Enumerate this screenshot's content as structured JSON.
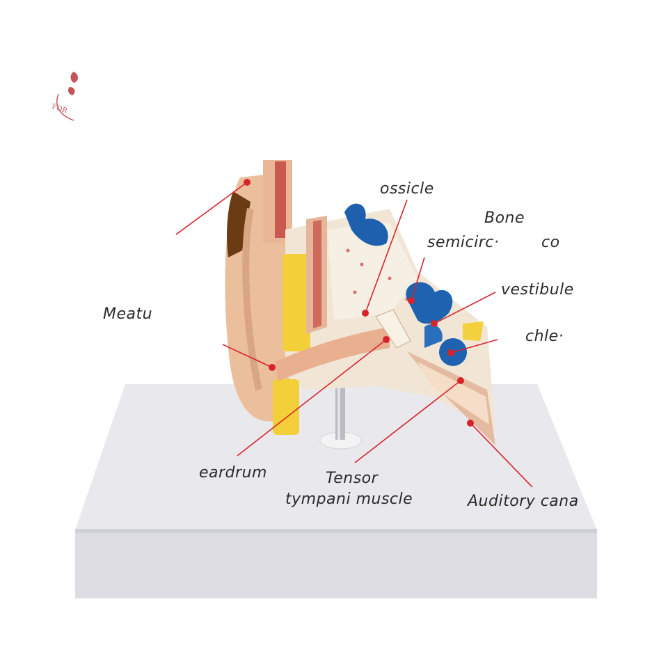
{
  "colors": {
    "background": "#ffffff",
    "label_text": "#2b2b2b",
    "leader_line": "#d8232a",
    "base_top": "#e6e6eb",
    "base_front": "#dcdce2",
    "skin": "#efc3a0",
    "fat": "#f2d23a",
    "bone": "#f4ede2",
    "inner_ear": "#1f63b0"
  },
  "logo": {
    "text": "FOR",
    "icon": "leaf-icon",
    "color": "#c2545a"
  },
  "labels": {
    "ossicle": "ossicle",
    "bone": "Bone",
    "semicircular": "semicirc·",
    "co": "co",
    "vestibule": "vestibule",
    "meatus": "Meatu",
    "cochlea": "chle·",
    "eardrum": "eardrum",
    "tensor_line1": "Tensor",
    "tensor_line2": "tympani muscle",
    "auditory": "Auditory cana"
  }
}
